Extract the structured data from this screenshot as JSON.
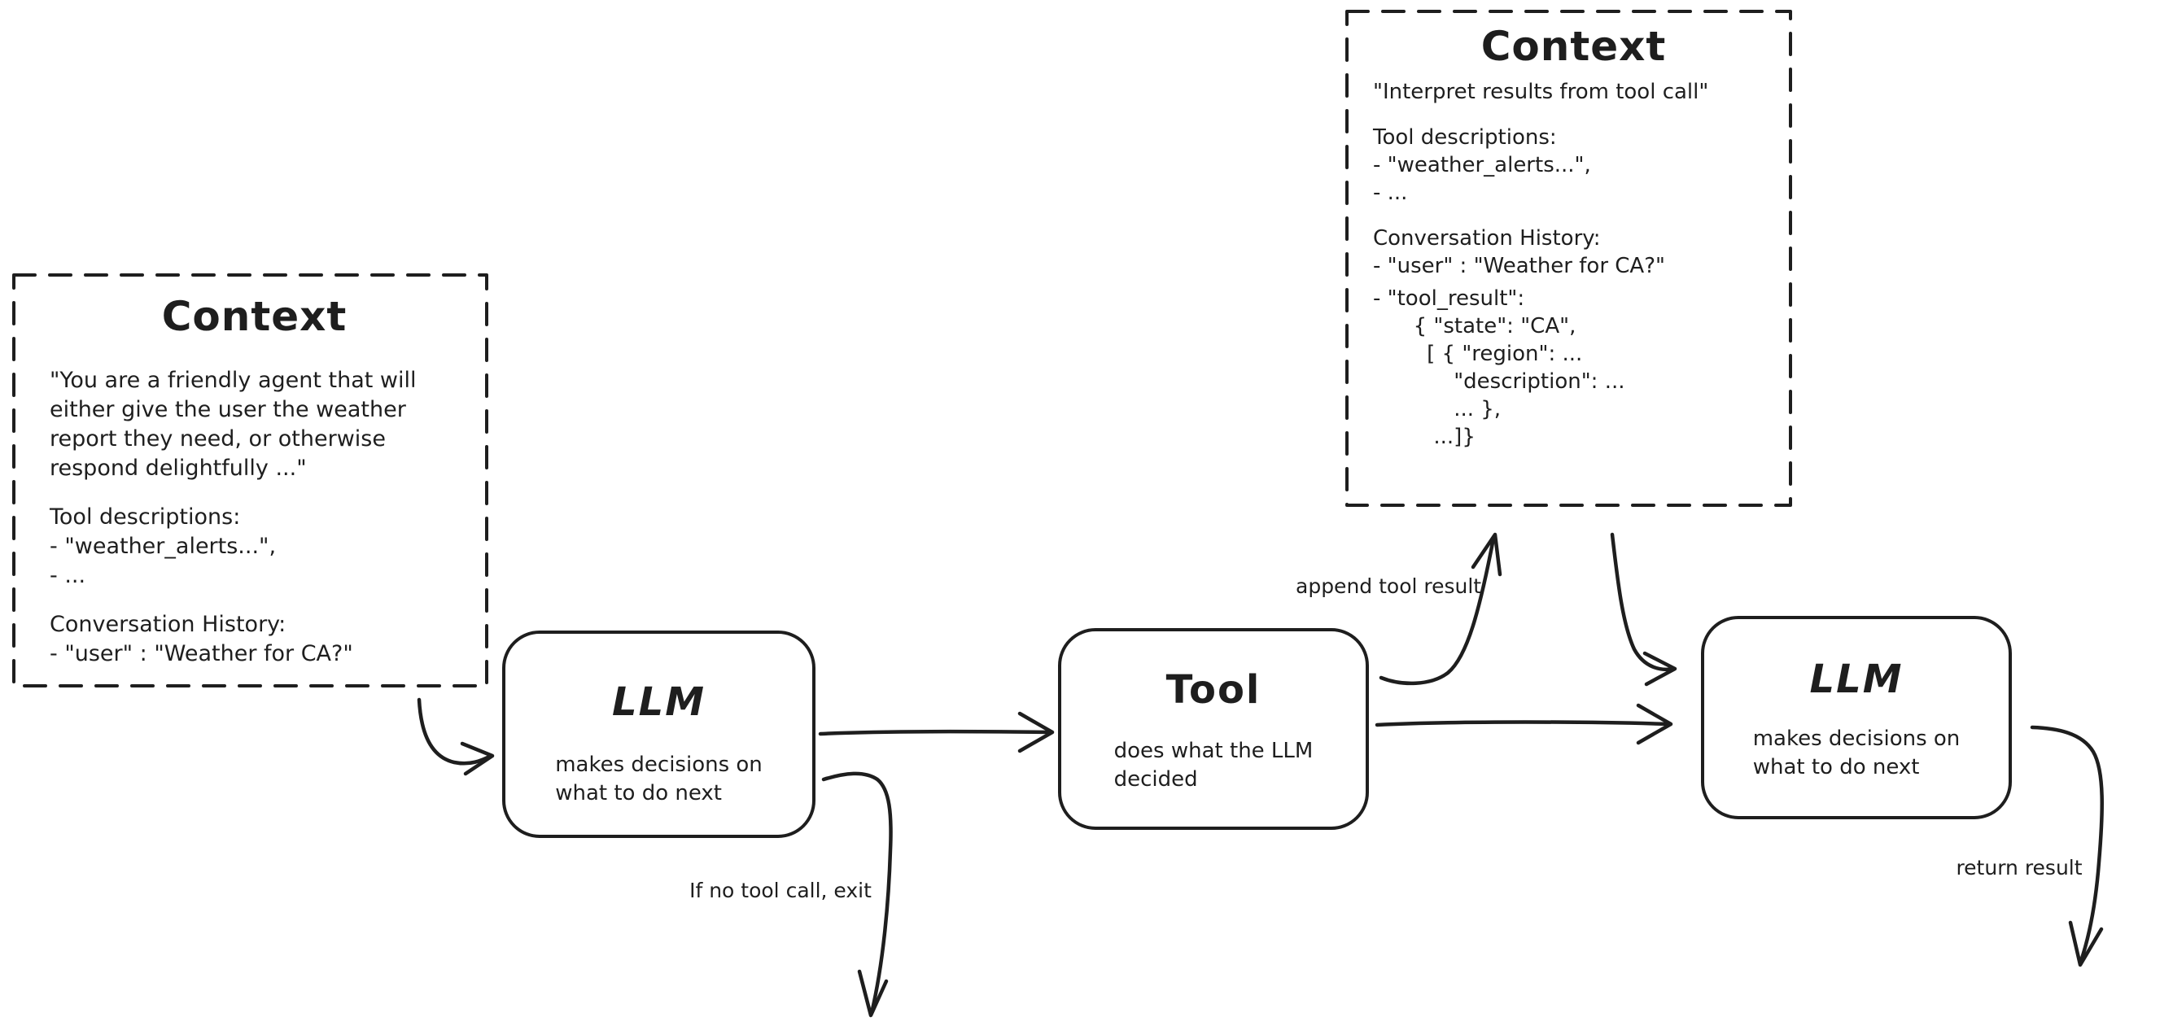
{
  "colors": {
    "background": "#ffffff",
    "ink": "#1e1e1e"
  },
  "context_left": {
    "title": "Context",
    "paragraphs": [
      "\"You are a friendly agent that will\neither give the user the weather\nreport they need, or otherwise\nrespond delightfully ...\"",
      "Tool descriptions:\n- \"weather_alerts...\",\n- ...",
      "Conversation History:\n- \"user\" : \"Weather for CA?\""
    ]
  },
  "context_right": {
    "title": "Context",
    "paragraphs": [
      "\"Interpret results from tool call\"",
      "Tool descriptions:\n- \"weather_alerts...\",\n- ...",
      "Conversation History:\n- \"user\" : \"Weather for CA?\"",
      "- \"tool_result\":\n      { \"state\": \"CA\",\n        [ { \"region\": ...\n            \"description\": ...\n            ... },\n         ...]}"
    ]
  },
  "nodes": {
    "llm1": {
      "title": "LLM",
      "subtitle": "makes decisions on\nwhat to do next"
    },
    "tool": {
      "title": "Tool",
      "subtitle": "does what the LLM\ndecided"
    },
    "llm2": {
      "title": "LLM",
      "subtitle": "makes decisions on\nwhat to do next"
    }
  },
  "edge_labels": {
    "append_tool_result": "append tool result",
    "no_tool_call_exit": "If no tool call, exit",
    "return_result": "return result"
  }
}
